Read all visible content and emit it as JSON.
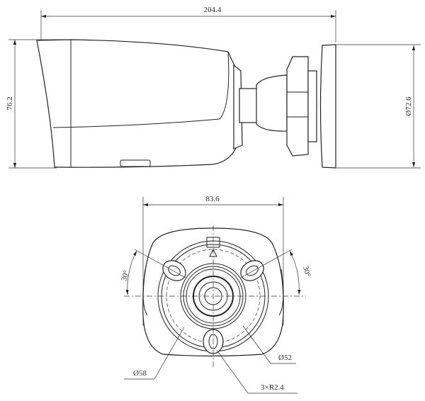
{
  "side_view": {
    "length_label": "204.4",
    "height_label": "76.2",
    "mount_diameter_label": "Ø72.6"
  },
  "bottom_view": {
    "width_label": "83.6",
    "angle_left_label": "30°",
    "angle_right_label": "30°",
    "outer_circle_label": "Ø58",
    "inner_circle_label": "Ø52",
    "hole_label": "3×R2.4"
  }
}
